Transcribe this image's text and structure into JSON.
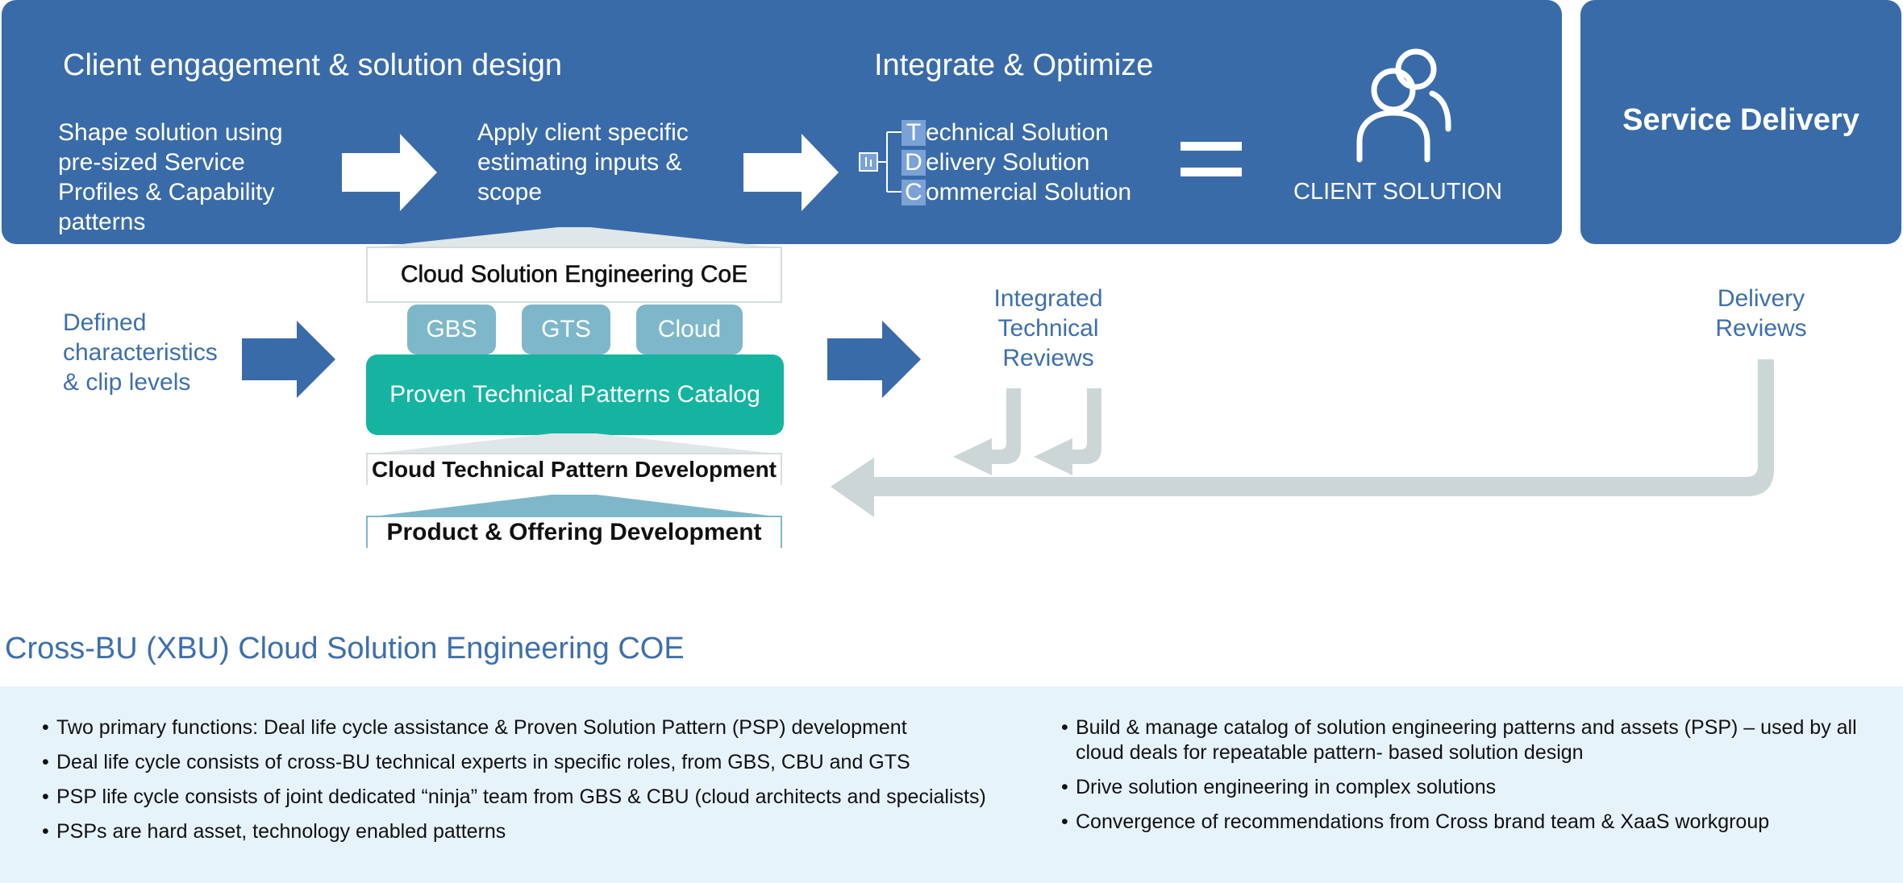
{
  "top_panel": {
    "heading_left": "Client engagement & solution design",
    "heading_right": "Integrate & Optimize",
    "step1": [
      "Shape solution using",
      "pre-sized Service",
      "Profiles & Capability",
      "patterns"
    ],
    "step2": [
      "Apply client specific",
      "estimating inputs &",
      "scope"
    ],
    "tdc": [
      {
        "letter": "T",
        "rest": "echnical Solution"
      },
      {
        "letter": "D",
        "rest": "elivery Solution"
      },
      {
        "letter": "C",
        "rest": "ommercial Solution"
      }
    ],
    "client_solution": "CLIENT SOLUTION"
  },
  "service_panel": {
    "label": "Service Delivery"
  },
  "middle": {
    "left_label": [
      "Defined",
      "characteristics",
      "& clip levels"
    ],
    "coe_box": "Cloud Solution Engineering CoE",
    "pills": [
      "GBS",
      "GTS",
      "Cloud"
    ],
    "catalog": "Proven Technical Patterns Catalog",
    "pattern_dev": "Cloud Technical Pattern Development",
    "product_dev": "Product & Offering Development",
    "integrated_reviews": [
      "Integrated",
      "Technical",
      "Reviews"
    ],
    "delivery_reviews": [
      "Delivery",
      "Reviews"
    ]
  },
  "section_title": "Cross-BU (XBU) Cloud Solution Engineering COE",
  "bullets_left": [
    "Two primary functions: Deal life cycle assistance & Proven Solution Pattern (PSP) development",
    "Deal life cycle consists of cross-BU technical experts in specific roles, from GBS, CBU and GTS",
    "PSP life cycle consists of joint dedicated “ninja” team from GBS & CBU (cloud architects and specialists)",
    "PSPs are hard asset, technology enabled patterns"
  ],
  "bullets_right": [
    "Build & manage catalog of solution engineering patterns and assets (PSP) – used by all cloud deals for repeatable pattern- based solution design",
    "Drive solution engineering in complex solutions",
    "Convergence of recommendations from Cross brand team & XaaS workgroup"
  ],
  "colors": {
    "panel_blue": "#3a6ba9",
    "text_blue": "#3d6fad",
    "pill": "#7eb7c9",
    "catalog_teal": "#14b4a0",
    "feedback_gray": "#cdd6d6",
    "info_bg": "#e7f3fb"
  },
  "icons": [
    "people-icon",
    "equals-icon",
    "bracket-icon"
  ]
}
